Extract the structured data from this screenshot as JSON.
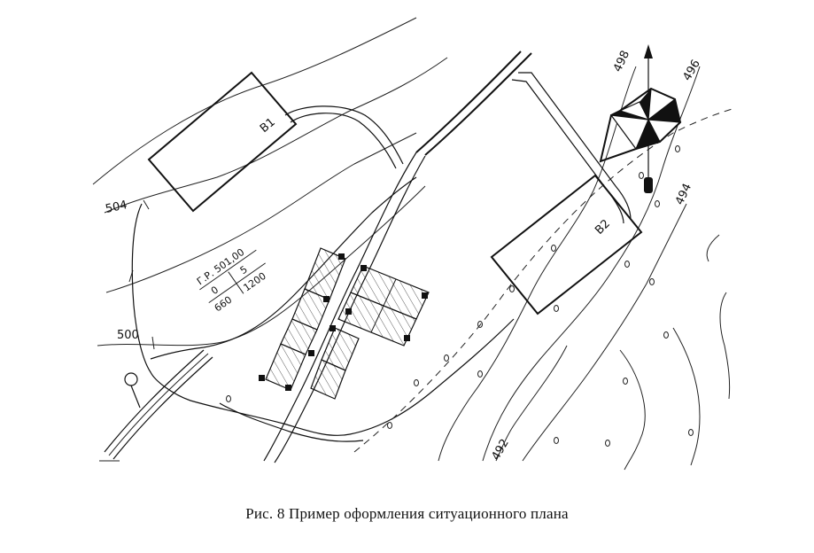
{
  "caption": "Рис. 8  Пример оформления ситуационного плана",
  "plan": {
    "buildings": {
      "b1": "В1",
      "b2": "В2"
    },
    "contours": {
      "c504": "504",
      "c500": "500",
      "c498": "498",
      "c496": "496",
      "c494": "494",
      "c492": "492"
    },
    "benchmark": {
      "title": "Г.Р. 501,00",
      "row1_left": "0",
      "row1_right": "5",
      "row2_left": "660",
      "row2_right": "1200"
    }
  }
}
